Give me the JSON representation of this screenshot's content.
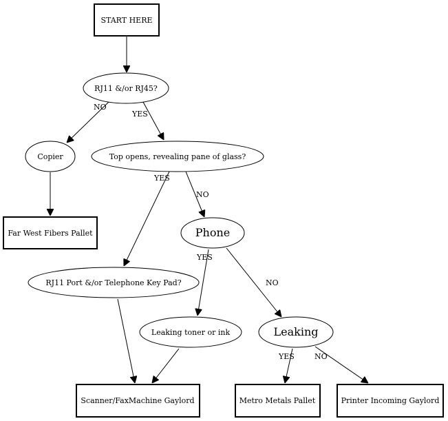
{
  "nodes": {
    "start": "START HERE",
    "rj": "RJ11 &/or RJ45?",
    "copier": "Copier",
    "top_opens": "Top opens, revealing pane of glass?",
    "far_west": "Far West Fibers Pallet",
    "phone": "Phone",
    "rj11_port": "RJ11 Port &/or Telephone Key Pad?",
    "leaking_toner": "Leaking toner or ink",
    "leaking": "Leaking",
    "scanner_fax": "Scanner/FaxMachine Gaylord",
    "metro_metals": "Metro Metals Pallet",
    "printer_incoming": "Printer Incoming Gaylord"
  },
  "edges": {
    "rj_no": "NO",
    "rj_yes": "YES",
    "top_yes": "YES",
    "top_no": "NO",
    "phone_yes": "YES",
    "phone_no": "NO",
    "leaking_yes": "YES",
    "leaking_no": "NO"
  }
}
